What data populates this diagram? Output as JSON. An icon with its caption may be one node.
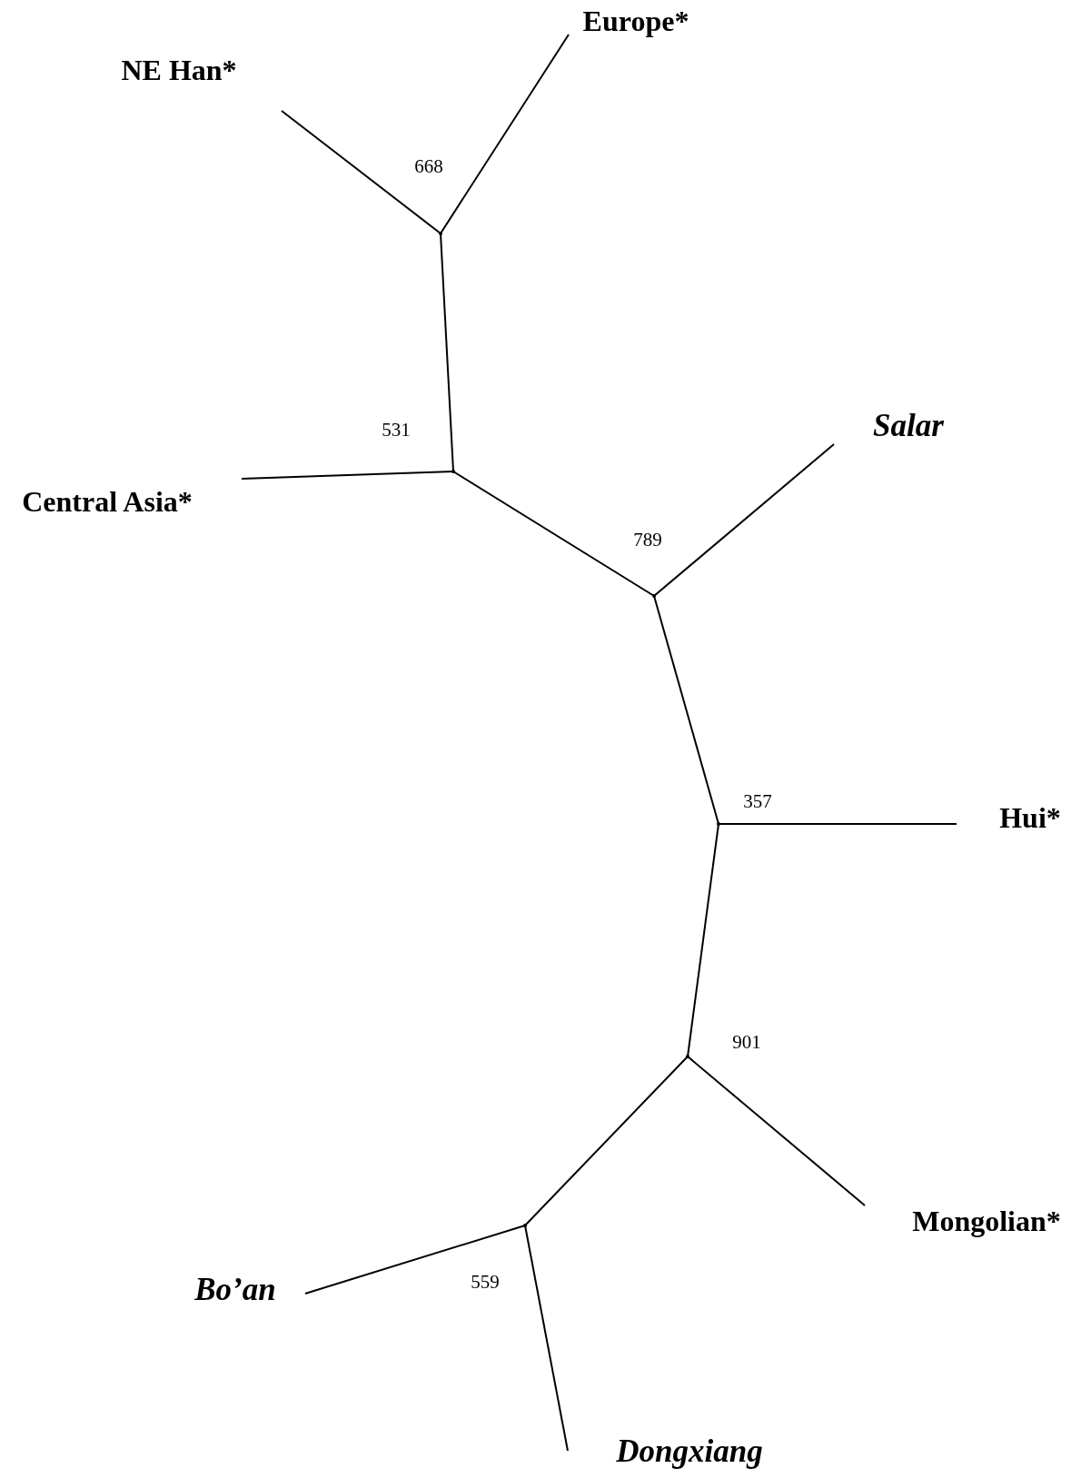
{
  "diagram": {
    "nodes": [
      {
        "text": [
          "NE Han*"
        ]
      },
      {
        "text": [
          "Europe*"
        ]
      },
      {
        "text": [],
        "shape": "point",
        "beside": [
          "668"
        ]
      },
      {
        "text": [
          "Central Asia*"
        ]
      },
      {
        "text": [],
        "shape": "point",
        "beside": [
          "531"
        ]
      },
      {
        "text": [
          "Salar"
        ]
      },
      {
        "text": [],
        "shape": "point",
        "beside": [
          "789"
        ]
      },
      {
        "text": [],
        "shape": "point",
        "beside": [
          "357"
        ]
      },
      {
        "text": [
          "Hui*"
        ]
      },
      {
        "text": [],
        "shape": "point",
        "beside": [
          "901"
        ]
      },
      {
        "text": [
          "Mongolian*"
        ]
      },
      {
        "text": [],
        "shape": "point",
        "beside": [
          "559"
        ]
      },
      {
        "text": [
          "Bo’an"
        ]
      },
      {
        "text": [
          "Dongxiang"
        ]
      }
    ],
    "edges": [
      {
        "from": 2,
        "to": 0,
        "arrow": "none"
      },
      {
        "from": 2,
        "to": 1,
        "arrow": "none"
      },
      {
        "from": 4,
        "to": 2,
        "arrow": "none"
      },
      {
        "from": 4,
        "to": 3,
        "arrow": "none"
      },
      {
        "from": 6,
        "to": 4,
        "arrow": "none"
      },
      {
        "from": 6,
        "to": 5,
        "arrow": "none"
      },
      {
        "from": 7,
        "to": 6,
        "arrow": "none"
      },
      {
        "from": 7,
        "to": 8,
        "arrow": "none"
      },
      {
        "from": 9,
        "to": 7,
        "arrow": "none"
      },
      {
        "from": 9,
        "to": 10,
        "arrow": "none"
      },
      {
        "from": 11,
        "to": 9,
        "arrow": "none"
      },
      {
        "from": 11,
        "to": 12,
        "arrow": "none"
      },
      {
        "from": 11,
        "to": 13,
        "arrow": "none"
      }
    ]
  }
}
